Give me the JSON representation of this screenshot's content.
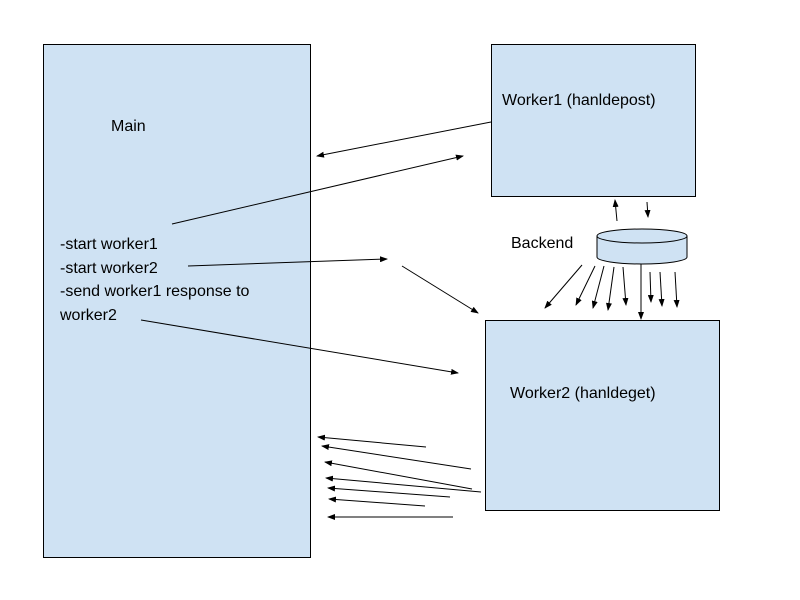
{
  "boxes": {
    "main": {
      "title": "Main"
    },
    "worker1": {
      "title": "Worker1 (hanldepost)"
    },
    "worker2": {
      "title": "Worker2 (hanldeget)"
    }
  },
  "backend": {
    "label": "Backend"
  },
  "main_notes": [
    "-start worker1",
    "-start worker2",
    "-send worker1 response to",
    "worker2"
  ],
  "colors": {
    "box_fill": "#cfe2f3",
    "stroke": "#000000",
    "background": "#ffffff"
  }
}
